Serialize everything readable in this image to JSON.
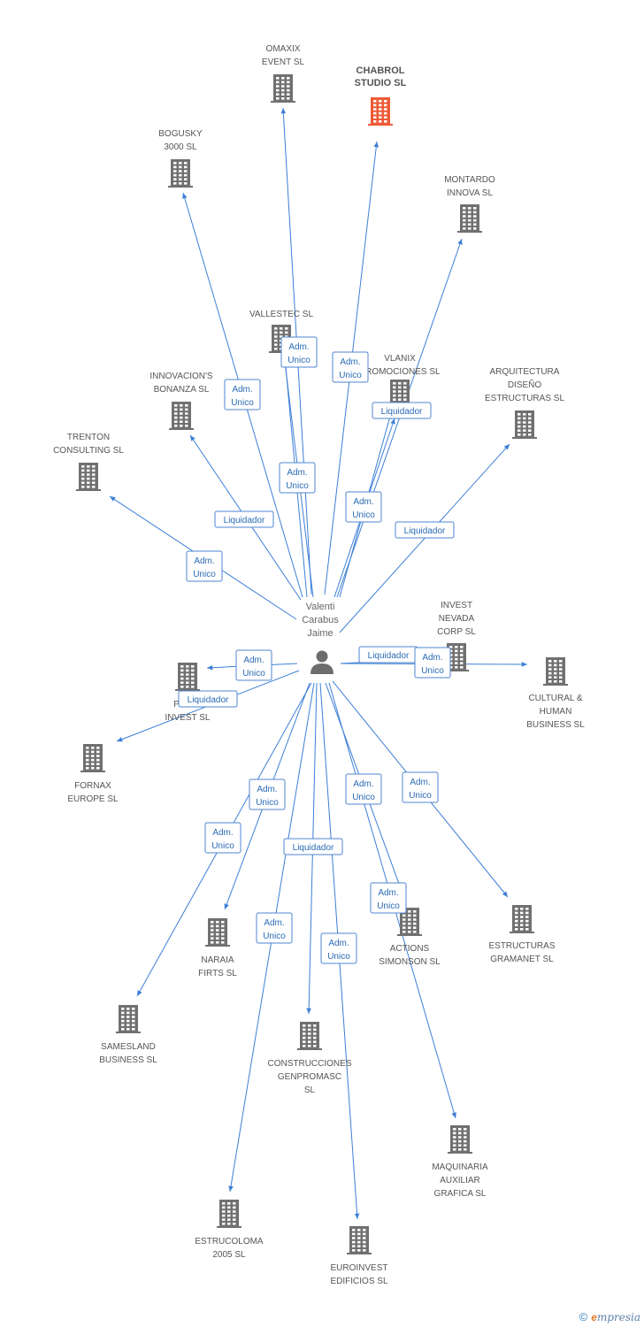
{
  "person": {
    "name_lines": [
      "Valenti",
      "Carabus",
      "Jaime"
    ],
    "icon": "person-icon"
  },
  "colors": {
    "edge": "#3d7fd6",
    "building": "#707070",
    "highlight": "#ee5a35",
    "label_text": "#555555"
  },
  "companies": [
    {
      "id": "omaxix",
      "lines": [
        "OMAXIX",
        "EVENT SL"
      ]
    },
    {
      "id": "chabrol",
      "lines": [
        "CHABROL",
        "STUDIO SL"
      ],
      "highlight": true
    },
    {
      "id": "bogusky",
      "lines": [
        "BOGUSKY",
        "3000 SL"
      ]
    },
    {
      "id": "montardo",
      "lines": [
        "MONTARDO",
        "INNOVA SL"
      ]
    },
    {
      "id": "vallestec",
      "lines": [
        "VALLESTEC SL"
      ]
    },
    {
      "id": "vlanix",
      "lines": [
        "VLANIX",
        "PROMOCIONES SL"
      ]
    },
    {
      "id": "innovacions",
      "lines": [
        "INNOVACION'S",
        "BONANZA SL"
      ]
    },
    {
      "id": "arquitectura",
      "lines": [
        "ARQUITECTURA",
        "DISEÑO",
        "ESTRUCTURAS SL"
      ]
    },
    {
      "id": "trenton",
      "lines": [
        "TRENTON",
        "CONSULTING SL"
      ]
    },
    {
      "id": "investnevada",
      "lines": [
        "INVEST",
        "NEVADA",
        "CORP SL"
      ]
    },
    {
      "id": "pinvest",
      "lines": [
        "PRIME",
        "INVEST SL"
      ]
    },
    {
      "id": "cultural",
      "lines": [
        "CULTURAL &",
        "HUMAN",
        "BUSINESS SL"
      ]
    },
    {
      "id": "fornax",
      "lines": [
        "FORNAX",
        "EUROPE SL"
      ]
    },
    {
      "id": "naraia",
      "lines": [
        "NARAIA",
        "FIRTS SL"
      ]
    },
    {
      "id": "actions",
      "lines": [
        "ACTIONS",
        "SIMONSON SL"
      ]
    },
    {
      "id": "estructuras",
      "lines": [
        "ESTRUCTURAS",
        "GRAMANET SL"
      ]
    },
    {
      "id": "samesland",
      "lines": [
        "SAMESLAND",
        "BUSINESS SL"
      ]
    },
    {
      "id": "construcciones",
      "lines": [
        "CONSTRUCCIONES",
        "GENPROMASC",
        "SL"
      ]
    },
    {
      "id": "maquinaria",
      "lines": [
        "MAQUINARIA",
        "AUXILIAR",
        "GRAFICA SL"
      ]
    },
    {
      "id": "estrucoloma",
      "lines": [
        "ESTRUCOLOMA",
        "2005 SL"
      ]
    },
    {
      "id": "euroinvest",
      "lines": [
        "EUROINVEST",
        "EDIFICIOS SL"
      ]
    }
  ],
  "relations": [
    {
      "lines": [
        "Adm.",
        "Unico"
      ]
    },
    {
      "lines": [
        "Adm.",
        "Unico"
      ]
    },
    {
      "lines": [
        "Adm.",
        "Unico"
      ]
    },
    {
      "lines": [
        "Adm.",
        "Unico"
      ]
    },
    {
      "lines": [
        "Liquidador"
      ]
    },
    {
      "lines": [
        "Adm.",
        "Unico"
      ]
    },
    {
      "lines": [
        "Liquidador"
      ]
    },
    {
      "lines": [
        "Liquidador"
      ]
    },
    {
      "lines": [
        "Adm.",
        "Unico"
      ]
    },
    {
      "lines": [
        "Adm.",
        "Unico"
      ]
    },
    {
      "lines": [
        "Liquidador"
      ]
    },
    {
      "lines": [
        "Adm.",
        "Unico"
      ]
    },
    {
      "lines": [
        "Liquidador"
      ]
    },
    {
      "lines": [
        "Adm.",
        "Unico"
      ]
    },
    {
      "lines": [
        "Adm.",
        "Unico"
      ]
    },
    {
      "lines": [
        "Adm.",
        "Unico"
      ]
    },
    {
      "lines": [
        "Adm.",
        "Unico"
      ]
    },
    {
      "lines": [
        "Liquidador"
      ]
    },
    {
      "lines": [
        "Adm.",
        "Unico"
      ]
    },
    {
      "lines": [
        "Adm.",
        "Unico"
      ]
    },
    {
      "lines": [
        "Adm.",
        "Unico"
      ]
    },
    {
      "lines": [
        "Adm.",
        "Unico"
      ]
    }
  ],
  "footer": {
    "copyright": "©",
    "brand_initial": "e",
    "brand_rest": "mpresia"
  }
}
